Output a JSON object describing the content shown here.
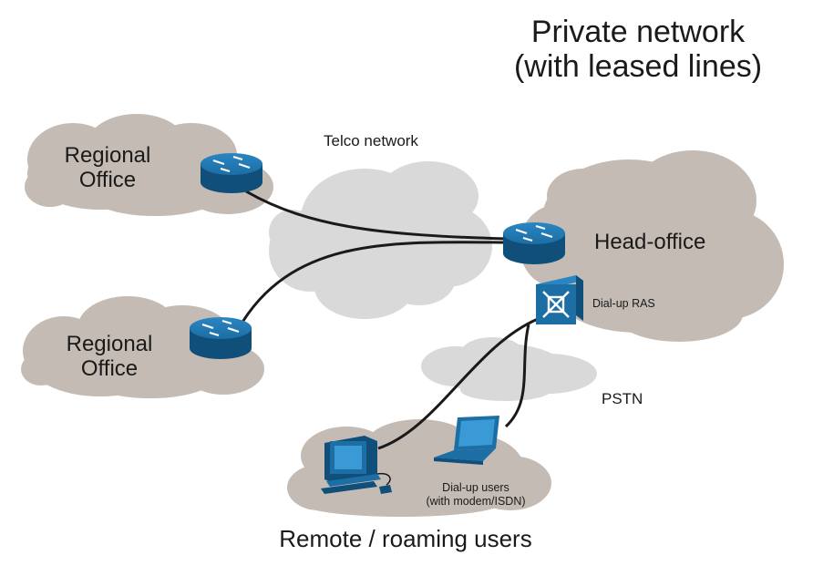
{
  "title": {
    "line1": "Private network",
    "line2": "(with leased lines)"
  },
  "clouds": {
    "telco": "Telco network",
    "regional_top": {
      "line1": "Regional",
      "line2": "Office"
    },
    "regional_bottom": {
      "line1": "Regional",
      "line2": "Office"
    },
    "head_office": "Head-office",
    "pstn": "PSTN"
  },
  "devices": {
    "ras": "Dial-up RAS",
    "dialup_users": {
      "line1": "Dial-up users",
      "line2": "(with modem/ISDN)"
    }
  },
  "footer": "Remote / roaming users",
  "colors": {
    "office_cloud": "#c4bbb4",
    "telco_cloud": "#d9d9d9",
    "router_blue": "#1c6ea4",
    "router_dark": "#0f4f7a",
    "cable": "#1a1a1a"
  }
}
